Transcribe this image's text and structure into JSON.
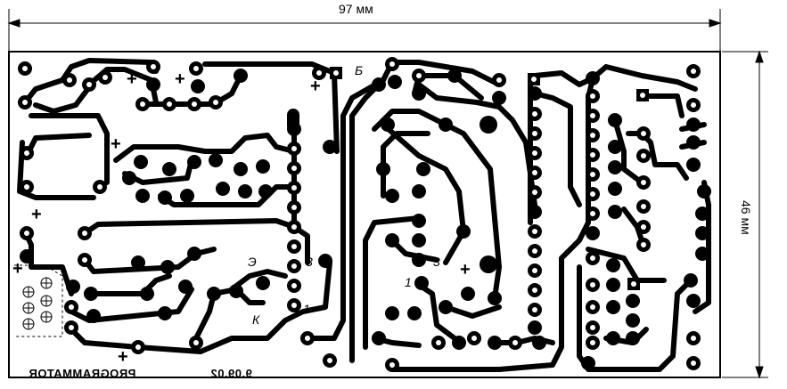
{
  "dimensions": {
    "width_label": "97 мм",
    "height_label": "46 мм"
  },
  "board": {
    "name_text": "PROGRAMMATOR",
    "date_text": "9.09.02"
  },
  "silkscreen": {
    "plus": "+",
    "b_label": "Б",
    "e_label": "Э",
    "three_label": "3",
    "k_label": "К",
    "one_label": "1"
  },
  "colors": {
    "copper": "#000000",
    "board": "#ffffff",
    "pad_hole": "#ffffff"
  }
}
